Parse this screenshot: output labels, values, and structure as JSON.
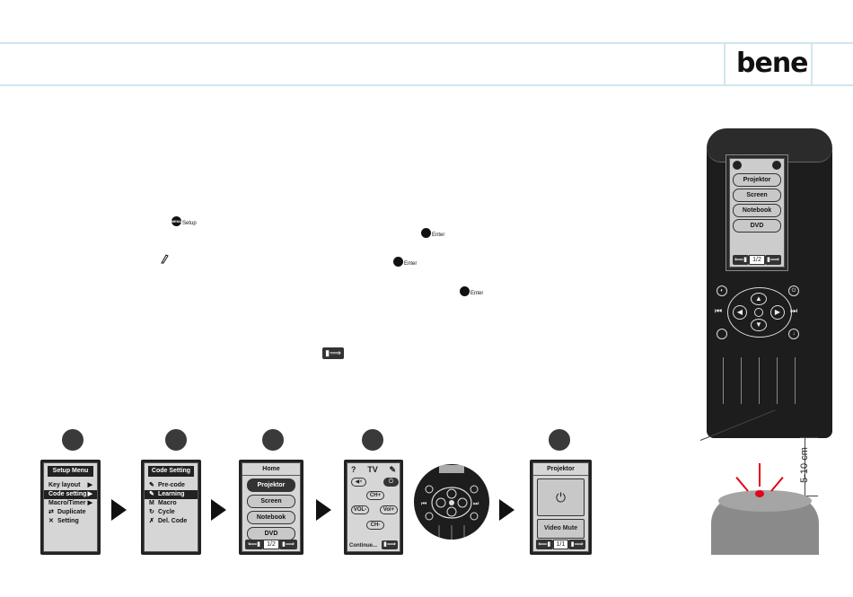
{
  "brand": {
    "logo_text": "bene"
  },
  "inline_icons": {
    "menu_key_label": "MENU",
    "setup_label": "Setup",
    "enter_label": "Enter"
  },
  "steps": {
    "setup_menu": {
      "title": "Setup Menu",
      "items": [
        {
          "label": "Key layout",
          "arrow": "▶"
        },
        {
          "label": "Code setting",
          "arrow": "▶"
        },
        {
          "label": "Macro/Timer",
          "arrow": "▶"
        },
        {
          "label": "Duplicate",
          "arrow": ""
        },
        {
          "label": "Setting",
          "arrow": ""
        }
      ]
    },
    "code_setting": {
      "title": "Code Setting",
      "items": [
        "Pre-code",
        "Learning",
        "Macro",
        "Cycle",
        "Del. Code"
      ]
    },
    "home": {
      "title": "Home",
      "items": [
        "Projektor",
        "Screen",
        "Notebook",
        "DVD"
      ],
      "page": "1/2"
    },
    "tv": {
      "help": "?",
      "title": "TV",
      "buttons": [
        "CH+",
        "VOL-",
        "Vol+",
        "CH-"
      ],
      "footer": "Continue..."
    },
    "projektor": {
      "title": "Projektor",
      "power": "⏻",
      "video_mute": "Video Mute",
      "page": "1/1"
    }
  },
  "remote": {
    "items": [
      "Projektor",
      "Screen",
      "Notebook",
      "DVD"
    ],
    "page": "1/2"
  },
  "distance_label": "5-10 cm"
}
